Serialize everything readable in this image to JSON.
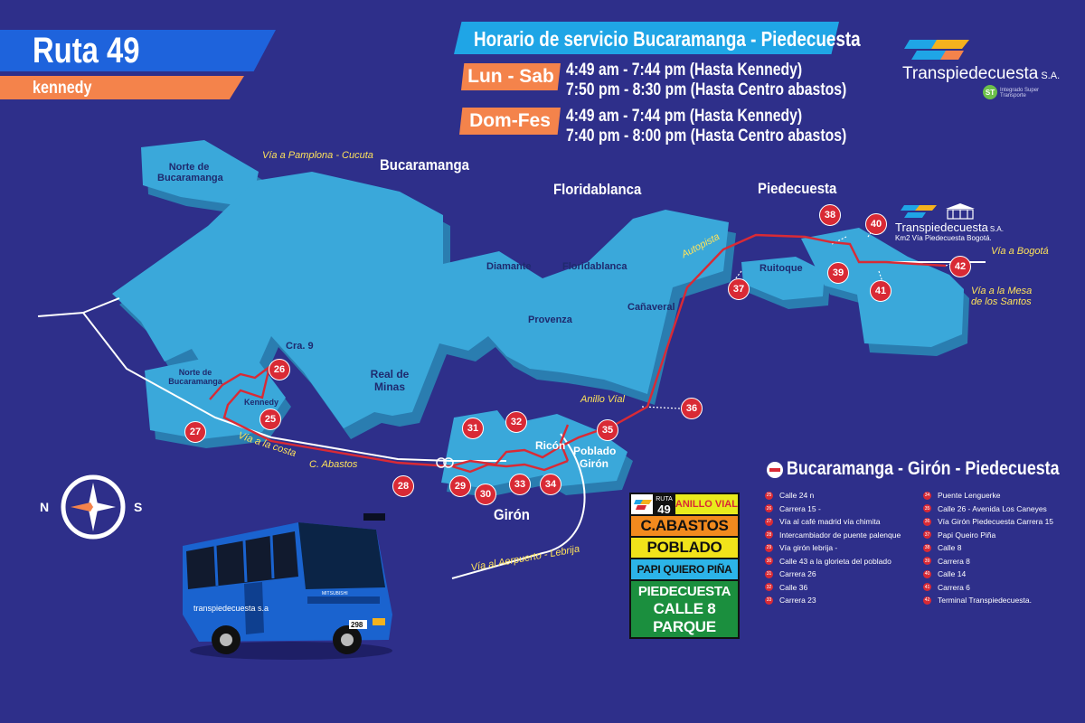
{
  "header": {
    "route_title": "Ruta 49",
    "route_subtitle": "kennedy"
  },
  "schedule": {
    "title": "Horario de servicio Bucaramanga - Piedecuesta",
    "groups": [
      {
        "days": "Lun - Sab",
        "lines": [
          "4:49 am - 7:44 pm (Hasta Kennedy)",
          "7:50 pm - 8:30 pm (Hasta Centro abastos)"
        ]
      },
      {
        "days": "Dom-Fes",
        "lines": [
          "4:49 am - 7:44 pm (Hasta Kennedy)",
          "7:40 pm - 8:00 pm (Hasta Centro abastos)"
        ]
      }
    ]
  },
  "brand": {
    "name": "Transpiedecuesta",
    "suffix": "S.A.",
    "badge": "ST",
    "badge_text": "Integrado Super Transporte"
  },
  "terminal": {
    "name": "Transpiedecuesta",
    "suffix": "S.A.",
    "address": "Km2 Vía Piedecuesta Bogotá."
  },
  "map": {
    "cities": [
      "Bucaramanga",
      "Floridablanca",
      "Piedecuesta",
      "Girón"
    ],
    "neighborhoods": [
      "Norte de Bucaramanga",
      "Norte de Bucaramanga",
      "Kennedy",
      "Cra. 9",
      "Real de Minas",
      "Diamante",
      "Floridablanca",
      "Provenza",
      "Cañaveral",
      "Ruitoque",
      "Ricón",
      "Poblado Girón"
    ],
    "roads": [
      "Vía a Pamplona - Cucuta",
      "Autopista",
      "Vía a Bogotá",
      "Vía a la Mesa de los Santos",
      "Anillo Víal",
      "Vía a la costa",
      "C. Abastos",
      "Vía al Aerpuerto - Lebrija"
    ],
    "stops": [
      "26",
      "25",
      "27",
      "28",
      "29",
      "30",
      "31",
      "32",
      "33",
      "34",
      "35",
      "36",
      "37",
      "38",
      "39",
      "40",
      "41",
      "42"
    ],
    "compass": {
      "left": "N",
      "right": "S"
    }
  },
  "legend": {
    "title": "Bucaramanga - Girón - Piedecuesta",
    "left": [
      {
        "n": "25",
        "t": "Calle 24 n"
      },
      {
        "n": "26",
        "t": "Carrera 15 -"
      },
      {
        "n": "27",
        "t": "Vía al café madrid vía chimita"
      },
      {
        "n": "28",
        "t": "Intercambiador de puente palenque"
      },
      {
        "n": "29",
        "t": "Vía girón lebrija -"
      },
      {
        "n": "30",
        "t": "Calle 43 a la glorieta del poblado"
      },
      {
        "n": "31",
        "t": "Carrera 26"
      },
      {
        "n": "32",
        "t": "Calle 36"
      },
      {
        "n": "33",
        "t": "Carrera 23"
      }
    ],
    "right": [
      {
        "n": "34",
        "t": "Puente Lenguerke"
      },
      {
        "n": "35",
        "t": "Calle 26 - Avenida Los Caneyes"
      },
      {
        "n": "36",
        "t": "Vía Girón Piedecuesta Carrera 15"
      },
      {
        "n": "37",
        "t": "Papi Queiro Piña"
      },
      {
        "n": "38",
        "t": "Calle 8"
      },
      {
        "n": "39",
        "t": "Carrera 8"
      },
      {
        "n": "40",
        "t": "Calle 14"
      },
      {
        "n": "41",
        "t": "Carrera 6"
      },
      {
        "n": "42",
        "t": "Terminal Transpiedecuesta."
      }
    ]
  },
  "sign": {
    "ruta_label": "RUTA",
    "ruta_num": "49",
    "top_text": "ANILLO VIAL",
    "rows": [
      "C.ABASTOS",
      "POBLADO",
      "PAPI QUIERO PIÑA",
      "PIEDECUESTA",
      "CALLE 8",
      "PARQUE"
    ],
    "colors": {
      "top": "#e8eb1c",
      "abastos": "#f28a1e",
      "poblado": "#f1e31a",
      "papi": "#2cb4e8",
      "final": "#1b8f3e"
    }
  },
  "bus": {
    "number": "298",
    "brand_text": "transpiedecuesta s.a",
    "maker": "MITSUBISHI"
  }
}
